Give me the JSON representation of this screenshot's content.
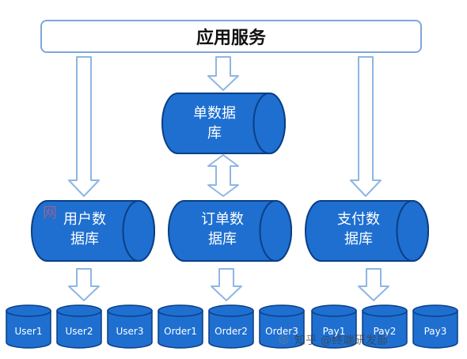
{
  "app_service": {
    "title": "应用服务"
  },
  "databases": {
    "single": {
      "line1": "单数据",
      "line2": "库"
    },
    "user": {
      "line1": "用户数",
      "line2": "据库"
    },
    "order": {
      "line1": "订单数",
      "line2": "据库"
    },
    "payment": {
      "line1": "支付数",
      "line2": "据库"
    }
  },
  "shards": [
    {
      "label": "User1"
    },
    {
      "label": "User2"
    },
    {
      "label": "User3"
    },
    {
      "label": "Order1"
    },
    {
      "label": "Order2"
    },
    {
      "label": "Order3"
    },
    {
      "label": "Pay1"
    },
    {
      "label": "Pay2"
    },
    {
      "label": "Pay3"
    }
  ],
  "watermarks": {
    "left": "网",
    "right_mark": "◎",
    "right": "知乎 @终端研发部"
  },
  "colors": {
    "cylinder_fill": "#1e6fd0",
    "cylinder_stroke": "#0b3f86",
    "arrow_fill": "#ffffff",
    "arrow_stroke": "#8fb6e3",
    "box_stroke": "#7ea6d9"
  }
}
